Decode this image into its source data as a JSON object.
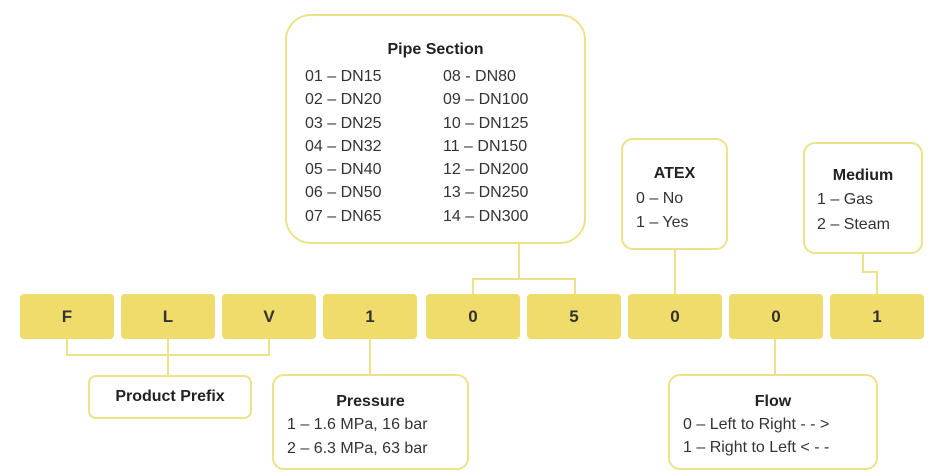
{
  "colors": {
    "cell_fill": "#f0dc6a",
    "box_border": "#ede18a",
    "connector": "#ede18a"
  },
  "code_cells": [
    "F",
    "L",
    "V",
    "1",
    "0",
    "5",
    "0",
    "0",
    "1"
  ],
  "pipe_section": {
    "title": "Pipe Section",
    "left_column": [
      "01 – DN15",
      "02 – DN20",
      "03 – DN25",
      "04 – DN32",
      "05 – DN40",
      "06 – DN50",
      "07 – DN65"
    ],
    "right_column": [
      "08 - DN80",
      "09 – DN100",
      "10 – DN125",
      "11 – DN150",
      "12 – DN200",
      "13 – DN250",
      "14 – DN300"
    ]
  },
  "atex": {
    "title": "ATEX",
    "options": [
      "0 – No",
      "1 – Yes"
    ]
  },
  "medium": {
    "title": "Medium",
    "options": [
      "1 – Gas",
      "2 – Steam"
    ]
  },
  "product_prefix": {
    "title": "Product Prefix"
  },
  "pressure": {
    "title": "Pressure",
    "options": [
      "1 – 1.6 MPa, 16 bar",
      "2 – 6.3 MPa, 63 bar"
    ]
  },
  "flow": {
    "title": "Flow",
    "options": [
      "0 – Left to Right - - >",
      "1 – Right to Left < - -"
    ]
  }
}
